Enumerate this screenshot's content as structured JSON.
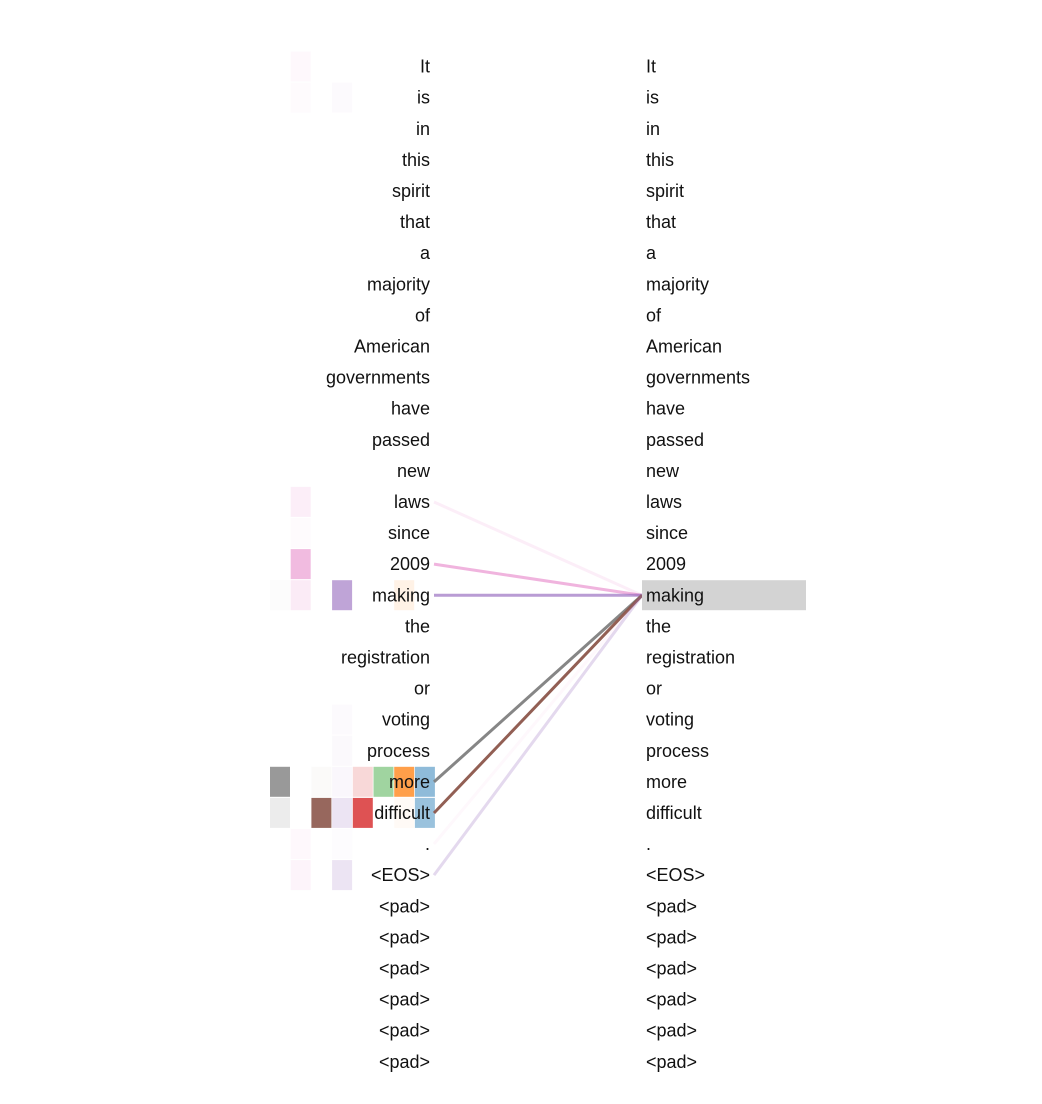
{
  "tokens": [
    "It",
    "is",
    "in",
    "this",
    "spirit",
    "that",
    "a",
    "majority",
    "of",
    "American",
    "governments",
    "have",
    "passed",
    "new",
    "laws",
    "since",
    "2009",
    "making",
    "the",
    "registration",
    "or",
    "voting",
    "process",
    "more",
    "difficult",
    ".",
    "<EOS>",
    "<pad>",
    "<pad>",
    "<pad>",
    "<pad>",
    "<pad>",
    "<pad>"
  ],
  "selected_index": 17,
  "selection_color": "#d3d3d3",
  "head_colors": [
    "#7f7f7f",
    "#e377c2",
    "#8c564b",
    "#9467bd",
    "#d62728",
    "#2ca02c",
    "#ff7f0e",
    "#1f77b4"
  ],
  "attention_cells": [
    {
      "token": 0,
      "head": 1,
      "weight": 0.05
    },
    {
      "token": 1,
      "head": 1,
      "weight": 0.03
    },
    {
      "token": 1,
      "head": 3,
      "weight": 0.03
    },
    {
      "token": 14,
      "head": 1,
      "weight": 0.12
    },
    {
      "token": 15,
      "head": 1,
      "weight": 0.03
    },
    {
      "token": 16,
      "head": 1,
      "weight": 0.5
    },
    {
      "token": 17,
      "head": 0,
      "weight": 0.02
    },
    {
      "token": 17,
      "head": 1,
      "weight": 0.15
    },
    {
      "token": 17,
      "head": 3,
      "weight": 0.6
    },
    {
      "token": 17,
      "head": 6,
      "weight": 0.1
    },
    {
      "token": 21,
      "head": 3,
      "weight": 0.03
    },
    {
      "token": 22,
      "head": 3,
      "weight": 0.04
    },
    {
      "token": 23,
      "head": 0,
      "weight": 0.8
    },
    {
      "token": 23,
      "head": 2,
      "weight": 0.03
    },
    {
      "token": 23,
      "head": 3,
      "weight": 0.05
    },
    {
      "token": 23,
      "head": 4,
      "weight": 0.18
    },
    {
      "token": 23,
      "head": 5,
      "weight": 0.45
    },
    {
      "token": 23,
      "head": 6,
      "weight": 0.75
    },
    {
      "token": 23,
      "head": 7,
      "weight": 0.5
    },
    {
      "token": 24,
      "head": 0,
      "weight": 0.15
    },
    {
      "token": 24,
      "head": 2,
      "weight": 0.9
    },
    {
      "token": 24,
      "head": 3,
      "weight": 0.18
    },
    {
      "token": 24,
      "head": 4,
      "weight": 0.8
    },
    {
      "token": 24,
      "head": 6,
      "weight": 0.04
    },
    {
      "token": 24,
      "head": 7,
      "weight": 0.45
    },
    {
      "token": 25,
      "head": 1,
      "weight": 0.05
    },
    {
      "token": 25,
      "head": 3,
      "weight": 0.02
    },
    {
      "token": 26,
      "head": 1,
      "weight": 0.08
    },
    {
      "token": 26,
      "head": 3,
      "weight": 0.18
    }
  ],
  "attention_lines": [
    {
      "token": 14,
      "color": "#e377c2",
      "weight": 0.12
    },
    {
      "token": 16,
      "color": "#e377c2",
      "weight": 0.55
    },
    {
      "token": 17,
      "color": "#9467bd",
      "weight": 0.65
    },
    {
      "token": 23,
      "color": "#7f7f7f",
      "weight": 0.95
    },
    {
      "token": 24,
      "color": "#8c564b",
      "weight": 0.95
    },
    {
      "token": 25,
      "color": "#e377c2",
      "weight": 0.05
    },
    {
      "token": 26,
      "color": "#9467bd",
      "weight": 0.25
    }
  ]
}
